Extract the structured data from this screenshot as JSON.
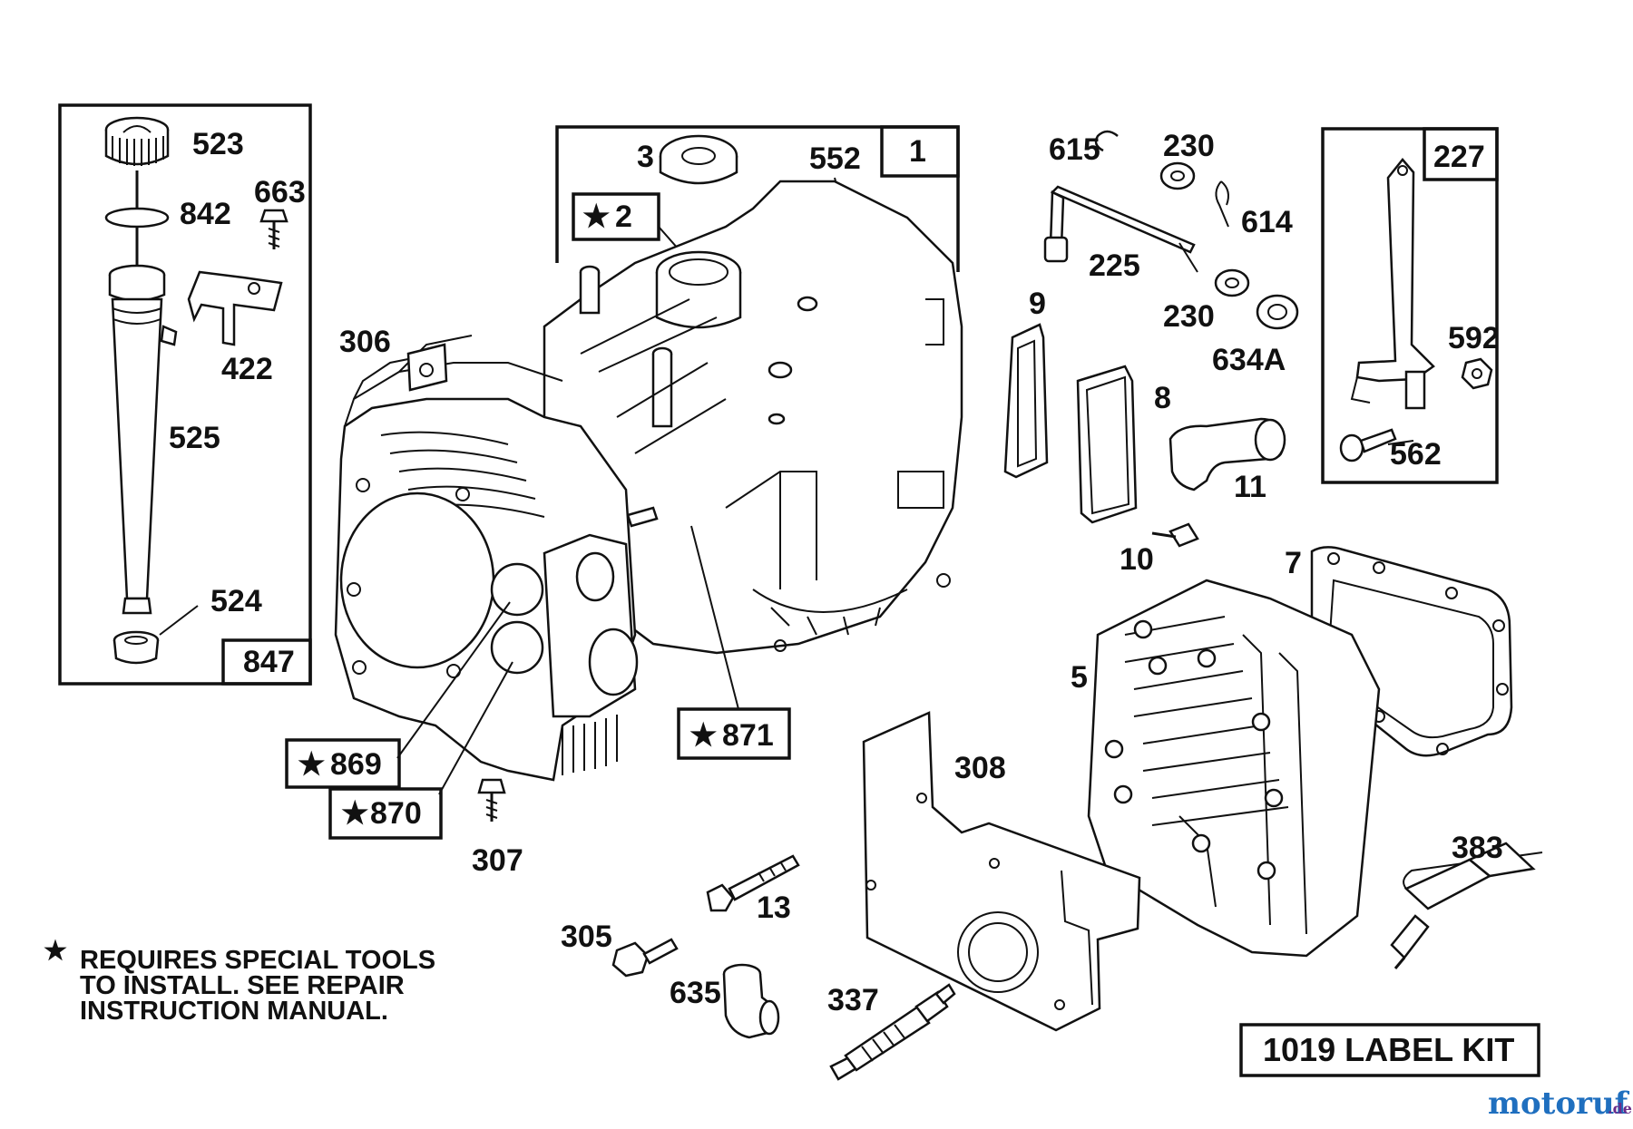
{
  "labels": {
    "l523": "523",
    "l842": "842",
    "l663": "663",
    "l422": "422",
    "l525": "525",
    "l524": "524",
    "l847": "847",
    "l3": "3",
    "l552": "552",
    "l1": "1",
    "l2": "2",
    "l306": "306",
    "l869": "869",
    "l870": "870",
    "l871": "871",
    "l307": "307",
    "l615": "615",
    "l230a": "230",
    "l614": "614",
    "l225": "225",
    "l230b": "230",
    "l634a": "634A",
    "l9": "9",
    "l8": "8",
    "l11": "11",
    "l10": "10",
    "l227": "227",
    "l592": "592",
    "l562": "562",
    "l7": "7",
    "l5": "5",
    "l308": "308",
    "l13": "13",
    "l305": "305",
    "l635": "635",
    "l337": "337",
    "l383": "383"
  },
  "note": {
    "star": "★",
    "line1": "REQUIRES SPECIAL TOOLS",
    "line2": "TO INSTALL.  SEE REPAIR",
    "line3": "INSTRUCTION MANUAL."
  },
  "label_kit": "1019 LABEL KIT",
  "watermark": {
    "brand": "motoruf",
    "suffix": ".de",
    "colors": [
      "#1f6fbf",
      "#d9232d",
      "#6a2c8a"
    ]
  }
}
